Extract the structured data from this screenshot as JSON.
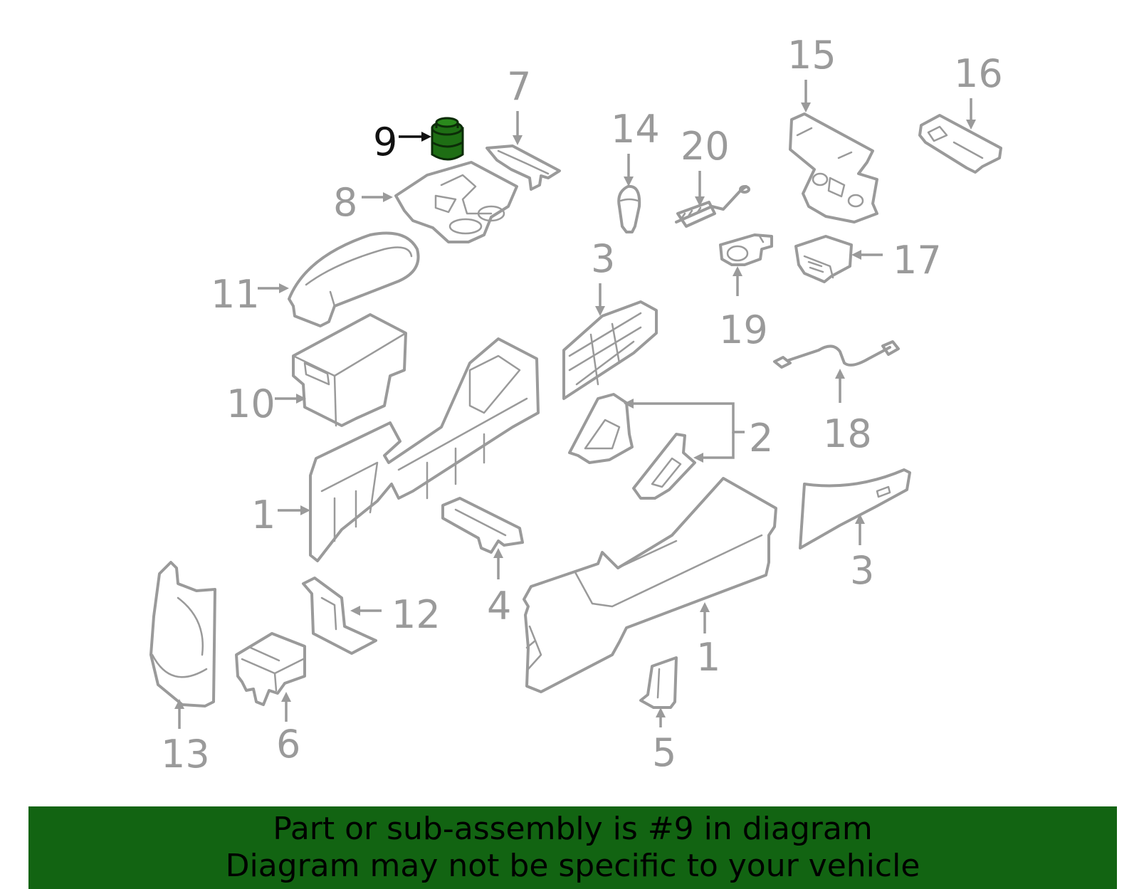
{
  "labels": {
    "p1a": "1",
    "p1b": "1",
    "p2": "2",
    "p3a": "3",
    "p3b": "3",
    "p4": "4",
    "p5": "5",
    "p6": "6",
    "p7": "7",
    "p8": "8",
    "p9": "9",
    "p10": "10",
    "p11": "11",
    "p12": "12",
    "p13": "13",
    "p14": "14",
    "p15": "15",
    "p16": "16",
    "p17": "17",
    "p18": "18",
    "p19": "19",
    "p20": "20"
  },
  "highlight": {
    "part": "9",
    "color": "#1e6e14"
  },
  "banner": {
    "line1": "Part or sub-assembly is #9 in diagram",
    "line2": "Diagram may not be specific to your vehicle",
    "color": "#126412"
  }
}
